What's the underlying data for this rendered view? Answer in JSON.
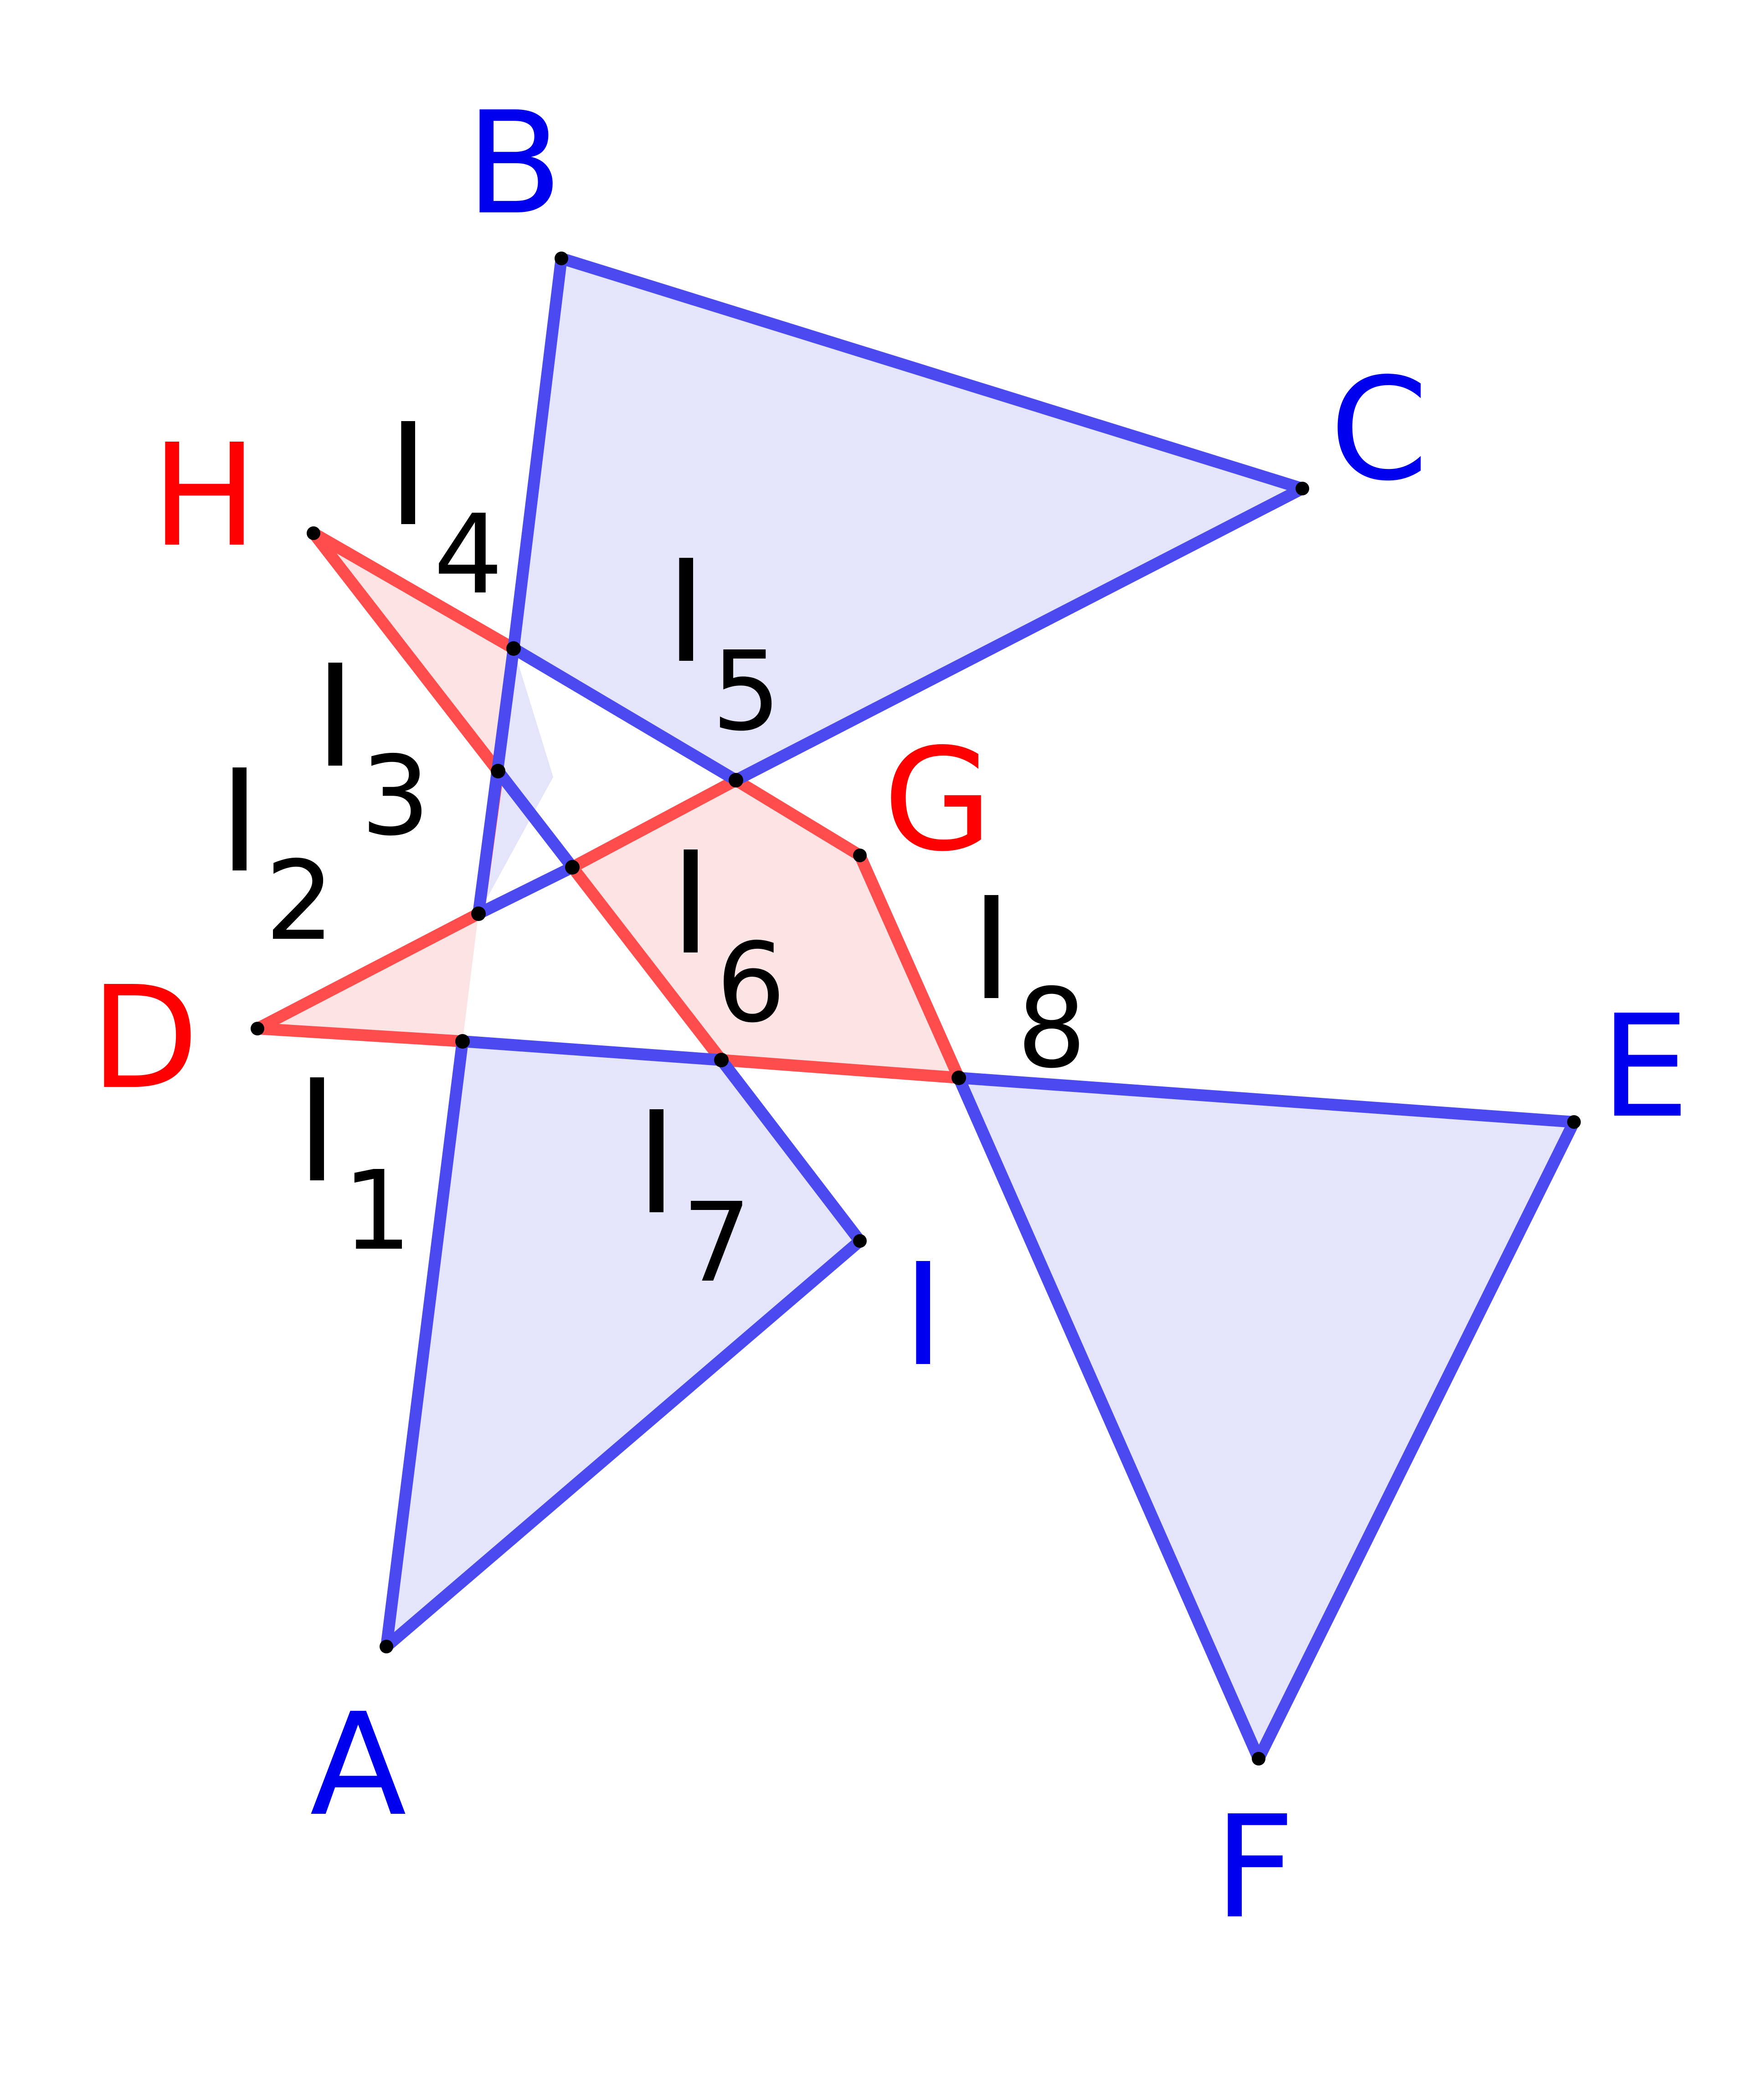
{
  "colors": {
    "blue_stroke": "#4a4af0",
    "blue_fill": "#e4e4fa",
    "red_stroke": "#ff4d4d",
    "red_fill": "#fde4e4",
    "blue_label": "#0000ee",
    "red_label": "#ff0000",
    "intersection_label": "#000000",
    "vertex_dot": "#000000"
  },
  "blue_polygon": {
    "vertices": [
      "A",
      "B",
      "C",
      "D",
      "E",
      "F",
      "G",
      "H",
      "I"
    ],
    "labels": {
      "A": "A",
      "B": "B",
      "C": "C",
      "E": "E",
      "F": "F",
      "I": "I"
    }
  },
  "red_polygon": {
    "labels": {
      "D": "D",
      "G": "G",
      "H": "H"
    }
  },
  "intersections": [
    {
      "name": "I",
      "sub": "1"
    },
    {
      "name": "I",
      "sub": "2"
    },
    {
      "name": "I",
      "sub": "3"
    },
    {
      "name": "I",
      "sub": "4"
    },
    {
      "name": "I",
      "sub": "5"
    },
    {
      "name": "I",
      "sub": "6"
    },
    {
      "name": "I",
      "sub": "7"
    },
    {
      "name": "I",
      "sub": "8"
    }
  ]
}
